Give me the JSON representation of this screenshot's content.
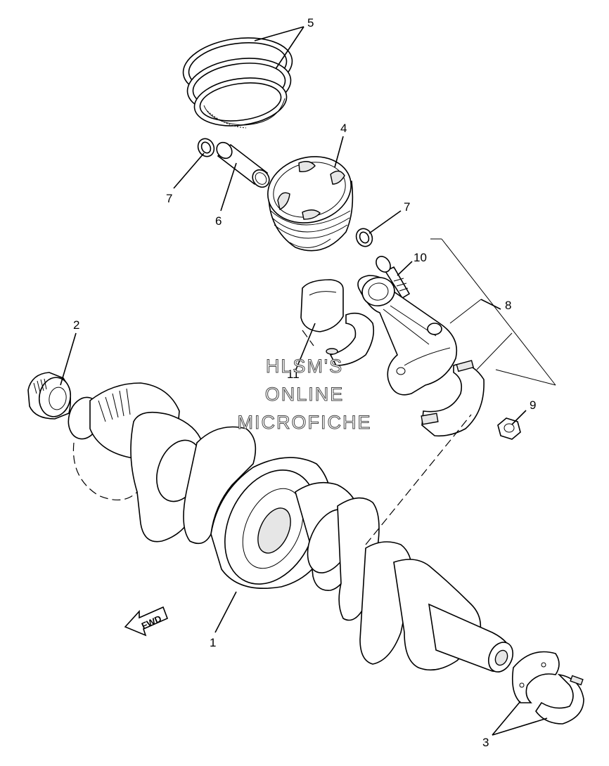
{
  "callouts": {
    "c1": "1",
    "c2": "2",
    "c3": "3",
    "c4": "4",
    "c5": "5",
    "c6": "6",
    "c7a": "7",
    "c7b": "7",
    "c8": "8",
    "c9": "9",
    "c10": "10",
    "c11": "11"
  },
  "watermark": {
    "line1": "HLSM'S",
    "line2": "ONLINE",
    "line3": "MICROFICHE"
  },
  "fwd_label": "FWD"
}
